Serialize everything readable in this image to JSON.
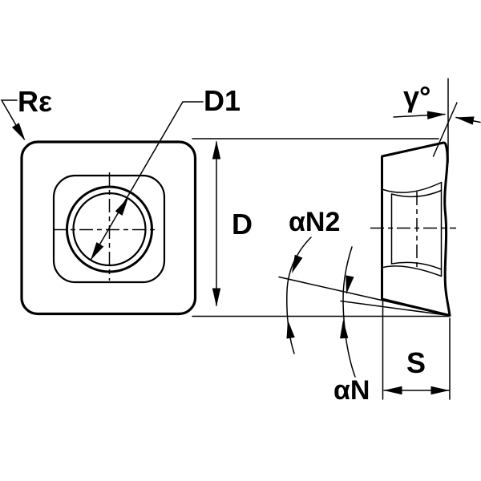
{
  "drawing": {
    "background": "#ffffff",
    "ink": "#000000",
    "labels": {
      "corner_radius": "Rε",
      "hole_diameter": "D1",
      "inscribed_circle_diameter": "D",
      "rake_angle": "γ°",
      "secondary_clearance_angle": "αN2",
      "clearance_angle": "αN",
      "thickness": "S"
    }
  }
}
